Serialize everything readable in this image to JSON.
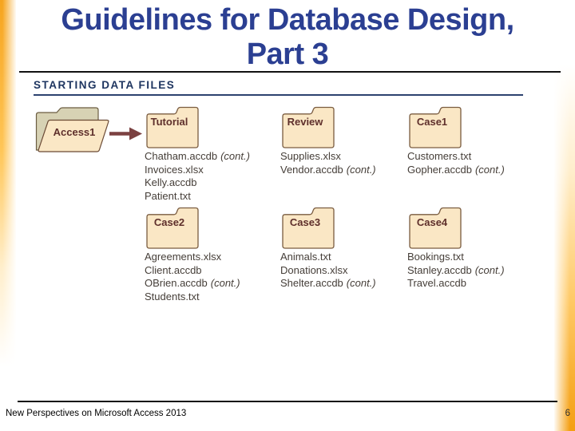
{
  "slide": {
    "title_line1": "Guidelines for Database Design,",
    "title_line2": "Part 3",
    "section_heading": "STARTING DATA FILES",
    "footer": "New Perspectives on Microsoft Access 2013",
    "page_number": "6"
  },
  "colors": {
    "title_navy": "#2b3f92",
    "heading_navy": "#1e3560",
    "accent_gold": "#f6a41e",
    "folder_fill": "#fae7c5",
    "folder_back_fill": "#d7d2b4",
    "folder_border": "#7a5c40",
    "folder_label": "#5e2f2b",
    "arrow_maroon": "#7b4141",
    "file_text": "#453e38"
  },
  "icons": {
    "open_folder": "open-folder-icon",
    "closed_folder": "folder-icon",
    "arrow": "right-arrow-icon"
  },
  "folders": [
    {
      "label": "Access1",
      "files": []
    },
    {
      "label": "Tutorial",
      "files": [
        {
          "name": "Chatham.accdb",
          "note": "(cont.)"
        },
        {
          "name": "Invoices.xlsx"
        },
        {
          "name": "Kelly.accdb"
        },
        {
          "name": "Patient.txt"
        }
      ]
    },
    {
      "label": "Review",
      "files": [
        {
          "name": "Supplies.xlsx"
        },
        {
          "name": "Vendor.accdb",
          "note": "(cont.)"
        }
      ]
    },
    {
      "label": "Case1",
      "files": [
        {
          "name": "Customers.txt"
        },
        {
          "name": "Gopher.accdb",
          "note": "(cont.)"
        }
      ]
    },
    {
      "label": "Case2",
      "files": [
        {
          "name": "Agreements.xlsx"
        },
        {
          "name": "Client.accdb"
        },
        {
          "name": "OBrien.accdb",
          "note": "(cont.)"
        },
        {
          "name": "Students.txt"
        }
      ]
    },
    {
      "label": "Case3",
      "files": [
        {
          "name": "Animals.txt"
        },
        {
          "name": "Donations.xlsx"
        },
        {
          "name": "Shelter.accdb",
          "note": "(cont.)"
        }
      ]
    },
    {
      "label": "Case4",
      "files": [
        {
          "name": "Bookings.txt"
        },
        {
          "name": "Stanley.accdb",
          "note": "(cont.)"
        },
        {
          "name": "Travel.accdb"
        }
      ]
    }
  ]
}
